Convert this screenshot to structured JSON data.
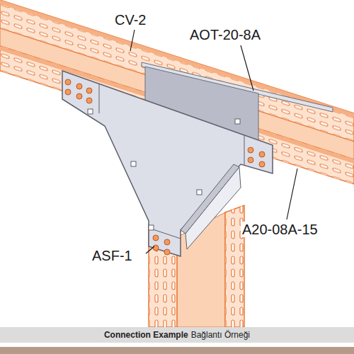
{
  "diagram": {
    "caption": "Connection Example",
    "labels": [
      "CV-2",
      "AOT-20-8A",
      "A20-08A-15",
      "ASF-1",
      "Bağlantı Örneği"
    ]
  }
}
